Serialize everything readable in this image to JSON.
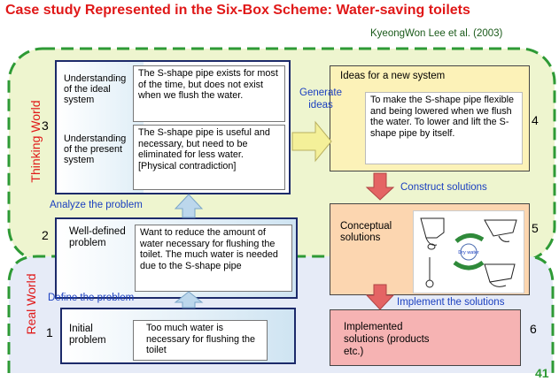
{
  "title": "Case study Represented in the Six-Box Scheme: Water-saving toilets",
  "author": "KyeongWon Lee et al. (2003)",
  "worlds": {
    "thinking": "Thinking World",
    "real": "Real World"
  },
  "boxes": {
    "b3": {
      "number": "3",
      "ideal_label": "Understanding of the ideal system",
      "ideal_text": "The S-shape pipe exists  for most of the time, but does not exist when we flush the water.",
      "present_label": "Understanding of the present system",
      "present_text": "The S-shape pipe is useful and necessary, but need to be eliminated for less water. [Physical contradiction]"
    },
    "b2": {
      "number": "2",
      "label": "Well-defined problem",
      "text": "Want to reduce the amount of water necessary for flushing the toilet. The much water is needed due to the S-shape pipe"
    },
    "b1": {
      "number": "1",
      "label": "Initial problem",
      "text": "Too much water is necessary for flushing the toilet"
    },
    "b4": {
      "number": "4",
      "label": "Ideas for a new system",
      "text": "To make the S-shape pipe flexible and being lowered when we flush the water. To lower and lift the S-shape pipe by itself."
    },
    "b5": {
      "number": "5",
      "label": "Conceptual solutions",
      "badge": "Dry water"
    },
    "b6": {
      "number": "6",
      "label": "Implemented solutions (products etc.)"
    }
  },
  "arrows": {
    "generate": "Generate ideas",
    "construct": "Construct solutions",
    "analyze": "Analyze the problem",
    "define": "Define the problem",
    "implement": "Implement the solutions"
  },
  "page_number": "41",
  "colors": {
    "title": "#e01818",
    "world_border": "#2e9a35",
    "thinking_bg": "#eef5cf",
    "real_bg": "#e6ebf7",
    "left_box_border": "#1c2a6a",
    "left_box_fill": "#cfe4f2",
    "right_top_fill": "#fcf2b8",
    "right_mid_fill": "#fcd6b0",
    "right_bot_fill": "#f6b3b3",
    "arrow_blue": "#bcd7ec",
    "arrow_red": "#e46464",
    "arrow_yellow": "#f4f099",
    "label_blue": "#1a3fc0"
  }
}
